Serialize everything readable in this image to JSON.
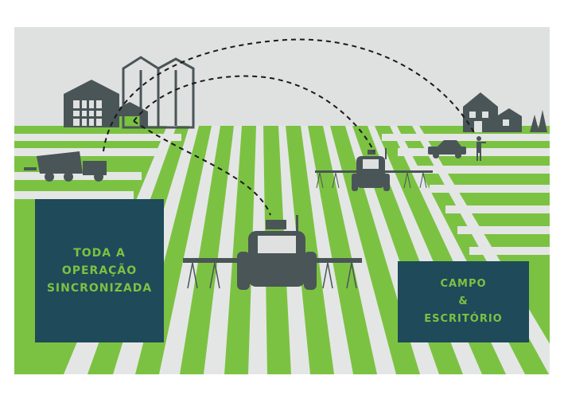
{
  "colors": {
    "sky": "#dfe1e0",
    "field_green": "#7cc242",
    "field_stripe": "#e4e6e5",
    "machinery": "#4a5557",
    "label_box": "#1e4a5a",
    "label_text": "#7cc242"
  },
  "labels": {
    "left": [
      "TODA A",
      "OPERAÇÃO",
      "SINCRONIZADA"
    ],
    "right": [
      "CAMPO",
      "&",
      "ESCRITÓRIO"
    ]
  },
  "icons": [
    "barn-icon",
    "silo-icon",
    "truck-icon",
    "tractor-sprayer-icon",
    "house-icon",
    "pickup-icon",
    "farmer-icon",
    "tree-icon"
  ]
}
